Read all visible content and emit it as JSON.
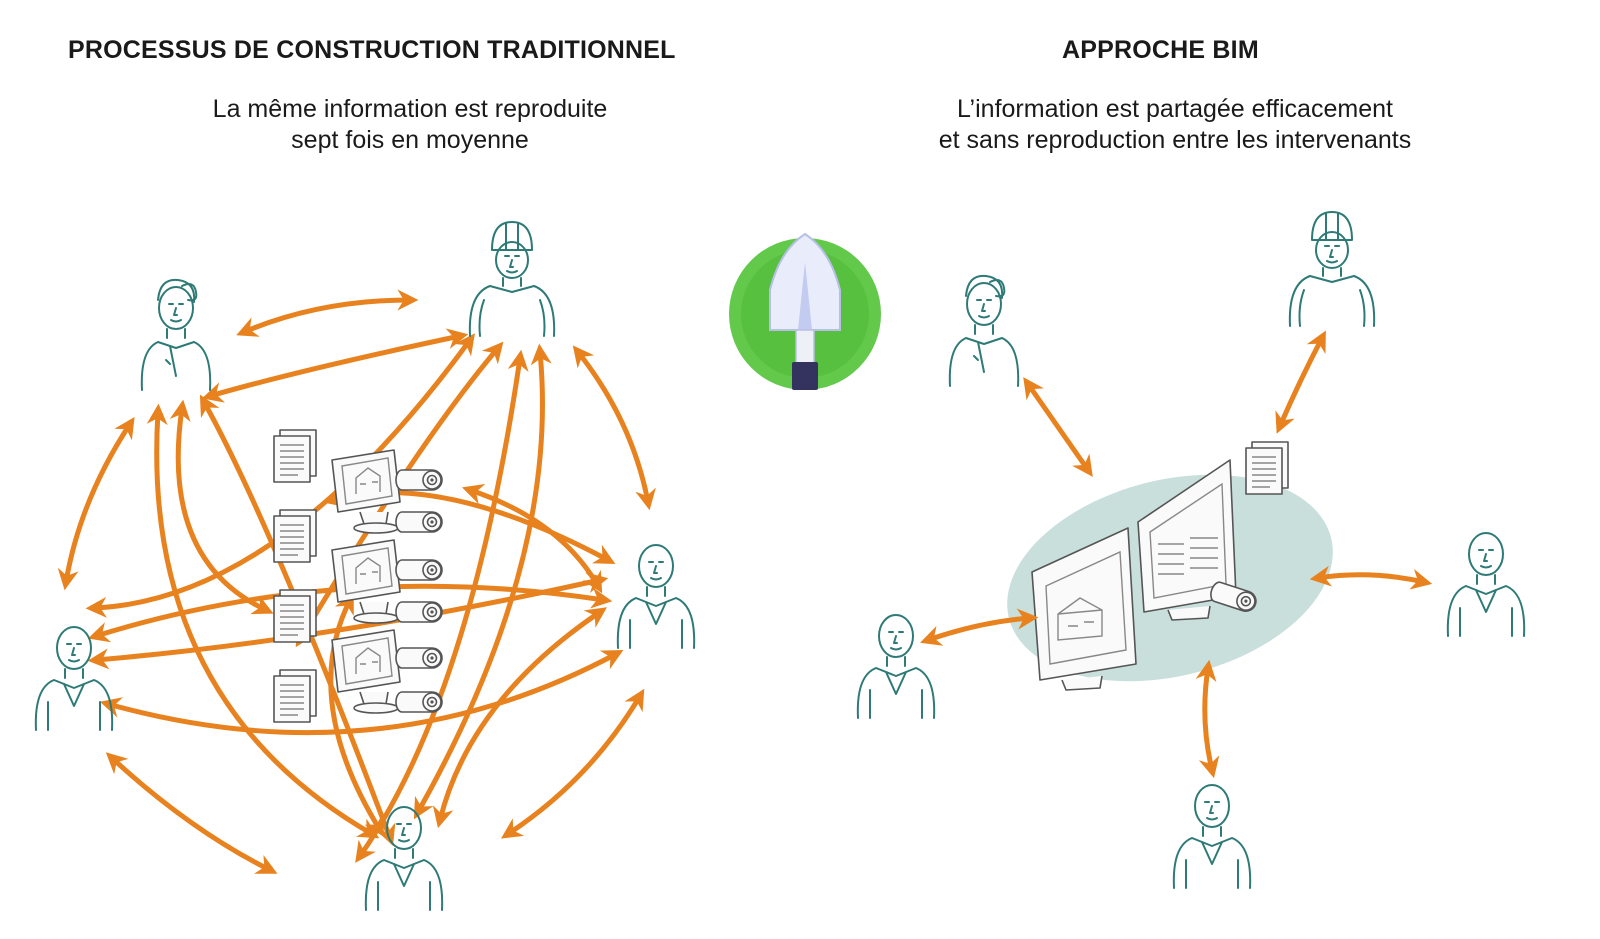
{
  "left_panel": {
    "title": "PROCESSUS DE CONSTRUCTION TRADITIONNEL",
    "subtitle_line1": "La même information est reproduite",
    "subtitle_line2": "sept fois en moyenne"
  },
  "right_panel": {
    "title": "APPROCHE BIM",
    "subtitle_line1": "L’information est partagée efficacement",
    "subtitle_line2": "et sans reproduction entre les intervenants"
  },
  "colors": {
    "arrow": "#e8821e",
    "person_ink": "#2e7a76",
    "bim_ellipse": "#c9dfdc",
    "logo_green": "#62c94b",
    "logo_green_light": "#8ee27a"
  },
  "icons": [
    "shovel-logo-icon",
    "person-icon",
    "document-stack-icon",
    "computer-monitor-icon",
    "blueprint-roll-icon"
  ]
}
